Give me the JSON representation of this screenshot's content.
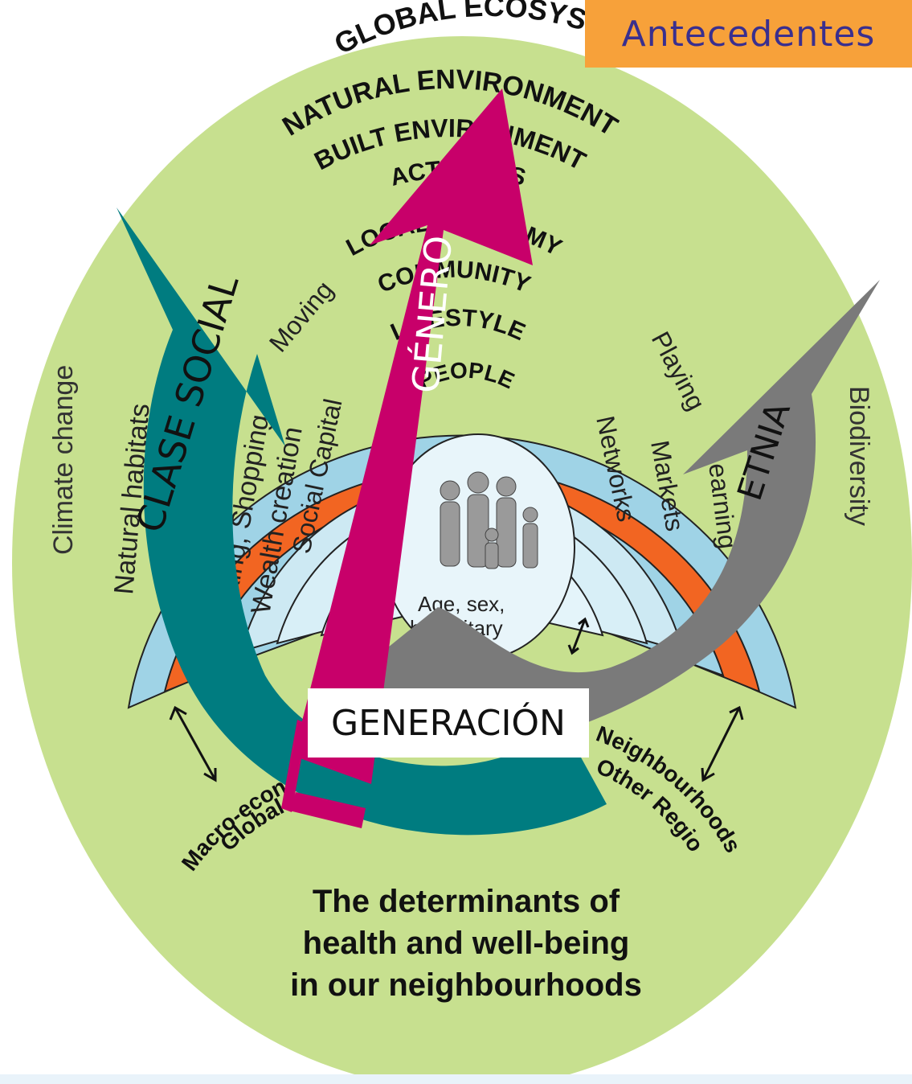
{
  "header_tag": "Antecedentes",
  "rings": {
    "global": "GLOBAL  ECOSYSTEM",
    "natural": "NATURAL  ENVIRONMENT",
    "built": "BUILT  ENVIRONMENT",
    "activities": "ACTIVITIES",
    "economy": "LOCAL  ECONOMY",
    "community": "COMMUNITY",
    "lifestyle": "LIFESTYLE",
    "people": "PEOPLE"
  },
  "side_labels": {
    "climate": "Climate change",
    "biodiversity": "Biodiversity",
    "natural_hab": "Natural habitats",
    "working": "Working, Shopping",
    "moving": "Moving",
    "wealth": "Wealth creation",
    "social": "Social Capital",
    "networks": "Networks",
    "markets": "Markets",
    "playing": "Playing",
    "learning": "Learning",
    "people_sub1": "Age, sex,",
    "people_sub2": "hereditary"
  },
  "bottom_labels": {
    "left1": "Macro-economic",
    "left2": "Global forces",
    "right1": "Neighbourhoods",
    "right2": "Other Regions"
  },
  "arrows": {
    "clase": "CLASE SOCIAL",
    "genero": "GÉNERO",
    "etnia": "ETNIA",
    "generacion": "GENERACIÓN"
  },
  "caption": {
    "line1": "The  determinants  of",
    "line2": "health  and  well-being",
    "line3": "in  our  neighbourhoods"
  },
  "colors": {
    "green": "#c7e08f",
    "blue_ring": "#9fd3e6",
    "orange_ring": "#f26522",
    "light_blue": "#cde9f3",
    "teal": "#007c80",
    "magenta": "#c8006a",
    "gray": "#7a7a7a",
    "tag": "#f7a13a"
  }
}
